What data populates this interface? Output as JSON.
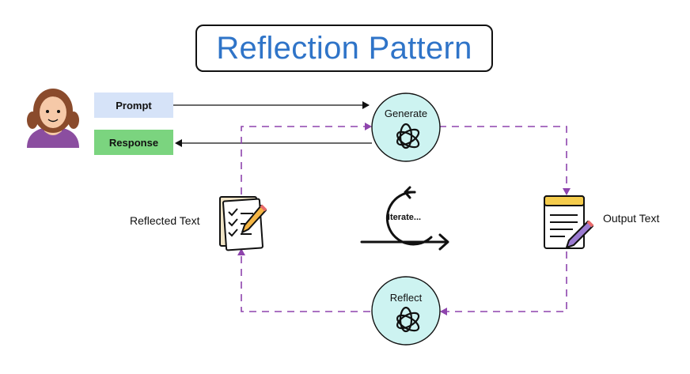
{
  "title": "Reflection Pattern",
  "inputs": {
    "prompt": "Prompt",
    "response": "Response"
  },
  "nodes": {
    "generate": "Generate",
    "reflect": "Reflect",
    "iterate": "Iterate..."
  },
  "artifacts": {
    "reflected_text": "Reflected Text",
    "output_text": "Output Text"
  },
  "icons": {
    "user": "woman-avatar-icon",
    "model": "openai-logo-icon",
    "reflected_doc": "checklist-pencil-icon",
    "output_doc": "notepad-pencil-icon",
    "loop": "cycle-arrow-icon"
  },
  "colors": {
    "title": "#2f74c8",
    "prompt_bg": "#d6e3f8",
    "response_bg": "#7bd47f",
    "node_fill": "#cdf3f1",
    "loop_arrow": "#8e44ad"
  }
}
